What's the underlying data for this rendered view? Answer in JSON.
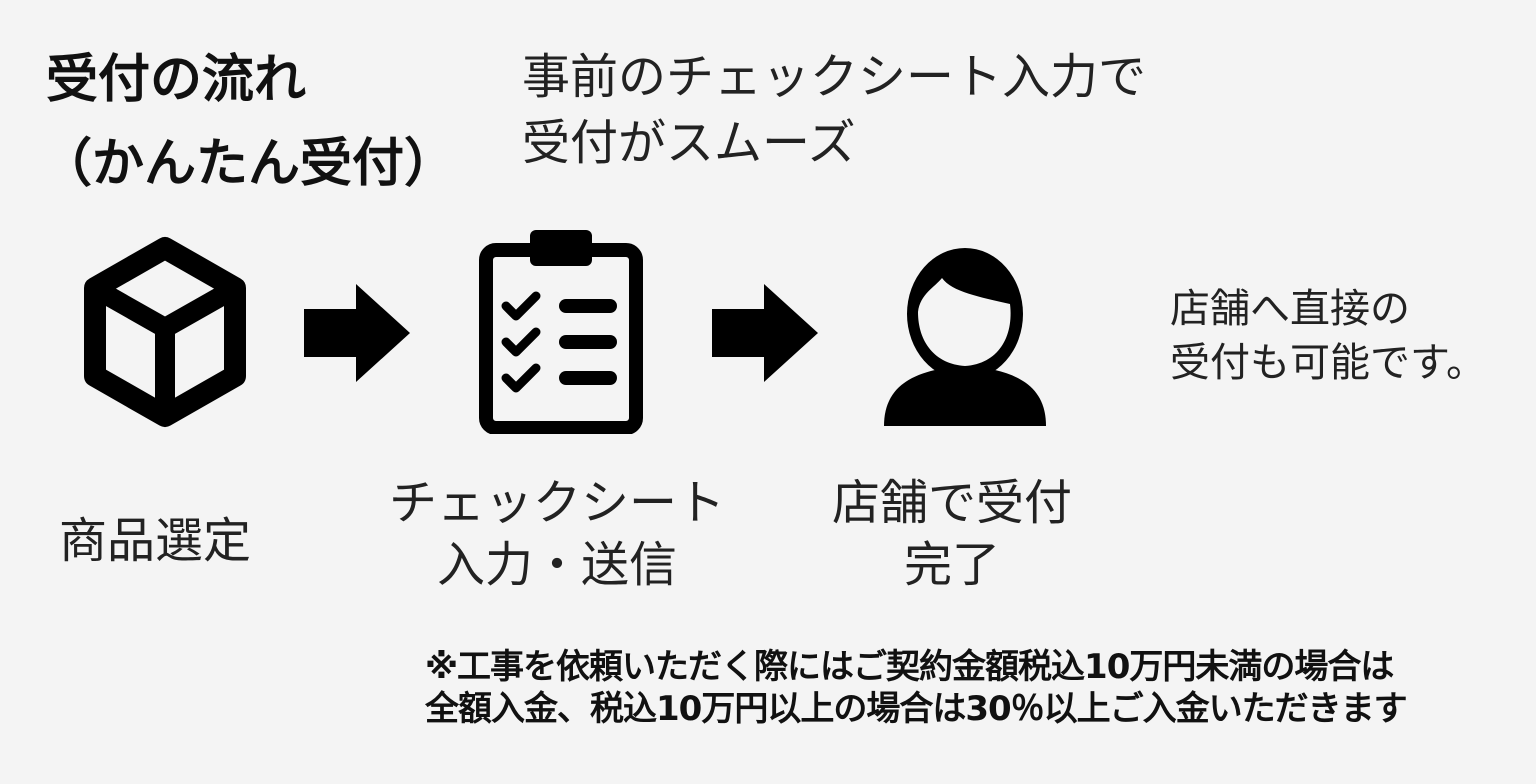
{
  "title": {
    "line1": "受付の流れ",
    "line2": "（かんたん受付）"
  },
  "lead": {
    "line1": "事前のチェックシート入力で",
    "line2": "受付がスムーズ"
  },
  "steps": [
    {
      "icon": "box-icon",
      "line1": "商品選定",
      "line2": ""
    },
    {
      "icon": "clipboard-checklist-icon",
      "line1": "チェックシート",
      "line2": "入力・送信"
    },
    {
      "icon": "person-icon",
      "line1": "店舗で受付",
      "line2": "完了"
    }
  ],
  "side_note": {
    "line1": "店舗へ直接の",
    "line2": "受付も可能です。"
  },
  "footnote": {
    "line1": "※工事を依頼いただく際にはご契約金額税込10万円未満の場合は",
    "line2": "全額入金、税込10万円以上の場合は30％以上ご入金いただきます"
  }
}
